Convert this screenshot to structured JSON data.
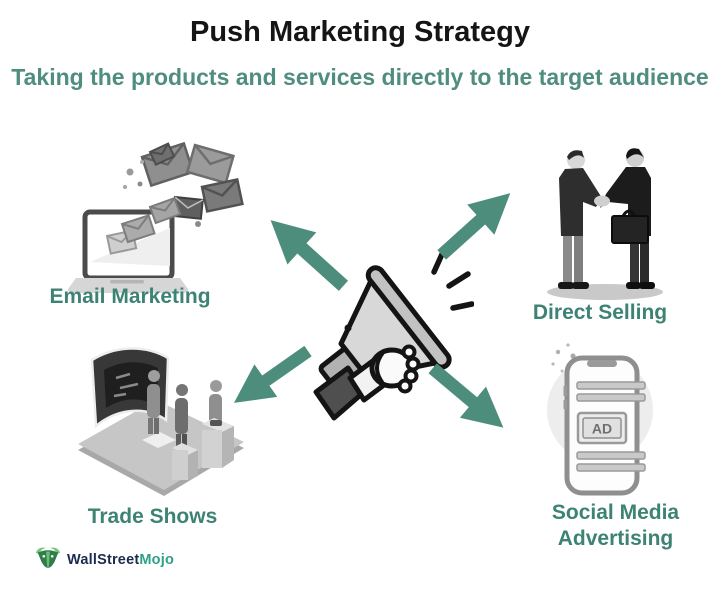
{
  "title": "Push Marketing Strategy",
  "subtitle": "Taking the products and services directly to the target audience",
  "colors": {
    "title_color": "#151515",
    "subtitle_teal": "#4f8d7e",
    "label_teal": "#3d8374",
    "arrow_teal": "#4d8d7c",
    "illustration_gray": "#8f8f8f",
    "logo_navy": "#1d2b4f",
    "logo_teal": "#2da089"
  },
  "center": {
    "icon": "megaphone-icon"
  },
  "nodes": [
    {
      "id": "email-marketing",
      "label": "Email Marketing",
      "icon": "laptop-emails-icon",
      "position": "top-left"
    },
    {
      "id": "direct-selling",
      "label": "Direct Selling",
      "icon": "handshake-icon",
      "position": "top-right"
    },
    {
      "id": "trade-shows",
      "label": "Trade Shows",
      "icon": "trade-show-booth-icon",
      "position": "bottom-left"
    },
    {
      "id": "social-media-advertising",
      "label": "Social Media Advertising",
      "label_lines": [
        "Social Media",
        "Advertising"
      ],
      "ad_text": "AD",
      "icon": "phone-ad-icon",
      "position": "bottom-right"
    }
  ],
  "logo": {
    "icon": "bull-icon",
    "text_primary": "WallStreet",
    "text_secondary": "Mojo"
  }
}
